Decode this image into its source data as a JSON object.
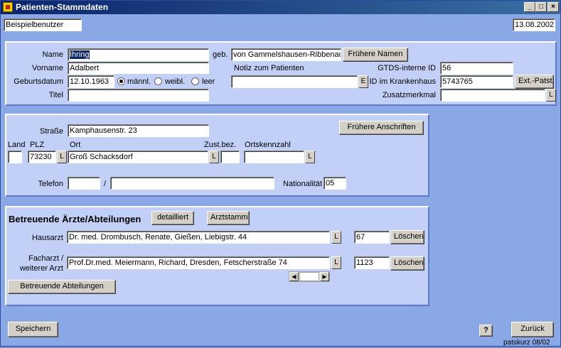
{
  "window": {
    "title": "Patienten-Stammdaten",
    "icon": "app-icon"
  },
  "header": {
    "user": "Beispielbenutzer",
    "date": "13.08.2002"
  },
  "person": {
    "name_label": "Name",
    "name_value": "Ihring",
    "geb_label": "geb.",
    "geb_value": "von Gammelshausen-Ribbenau",
    "fruehere_namen": "Frühere Namen",
    "vorname_label": "Vorname",
    "vorname_value": "Adalbert",
    "notiz_label": "Notiz zum Patienten",
    "notiz_value": "",
    "notiz_btn": "E",
    "gtds_label": "GTDS-interne ID",
    "gtds_value": "56",
    "geburtsdatum_label": "Geburtsdatum",
    "geburtsdatum_value": "12.10.1963",
    "sex_options": [
      "männl.",
      "weibl.",
      "leer"
    ],
    "sex_selected": "männl.",
    "kh_label": "ID im Krankenhaus",
    "kh_value": "5743765",
    "ext_btn": "Ext.-Patst.",
    "titel_label": "Titel",
    "titel_value": "",
    "zusatz_label": "Zusatzmerkmal",
    "zusatz_value": "",
    "zusatz_btn": "L"
  },
  "address": {
    "strasse_label": "Straße",
    "strasse_value": "Kamphausenstr. 23",
    "fruehere_anschriften": "Frühere Anschriften",
    "land_label": "Land",
    "land_value": "",
    "plz_label": "PLZ",
    "plz_value": "73230",
    "plz_btn": "L",
    "ort_label": "Ort",
    "ort_value": "Groß Schacksdorf",
    "ort_btn": "L",
    "zust_label": "Zust.bez.",
    "zust_value": "",
    "okz_label": "Ortskennzahl",
    "okz_value": "",
    "okz_btn": "L",
    "telefon_label": "Telefon",
    "telefon_prefix": "",
    "telefon_sep": "/",
    "telefon_number": "",
    "nationalitaet_label": "Nationalität",
    "nationalitaet_value": "05"
  },
  "doctors": {
    "title": "Betreuende Ärzte/Abteilungen",
    "detailliert": "detailliert",
    "arztstamm": "Arztstamm",
    "hausarzt_label": "Hausarzt",
    "hausarzt_value": "Dr. med. Drombusch, Renate, Gießen, Liebigstr. 44",
    "hausarzt_btn": "L",
    "hausarzt_id": "67",
    "hausarzt_delete": "Löschen",
    "facharzt_label_1": "Facharzt /",
    "facharzt_label_2": "weiterer Arzt",
    "facharzt_value": "Prof.Dr.med. Meiermann, Richard, Dresden, Fetscherstraße 74",
    "facharzt_btn": "L",
    "facharzt_id": "1123",
    "facharzt_delete": "Löschen",
    "abteilungen_btn": "Betreuende Abteilungen"
  },
  "footer": {
    "save": "Speichern",
    "help": "?",
    "back": "Zurück",
    "version": "patskurz 08/02"
  }
}
